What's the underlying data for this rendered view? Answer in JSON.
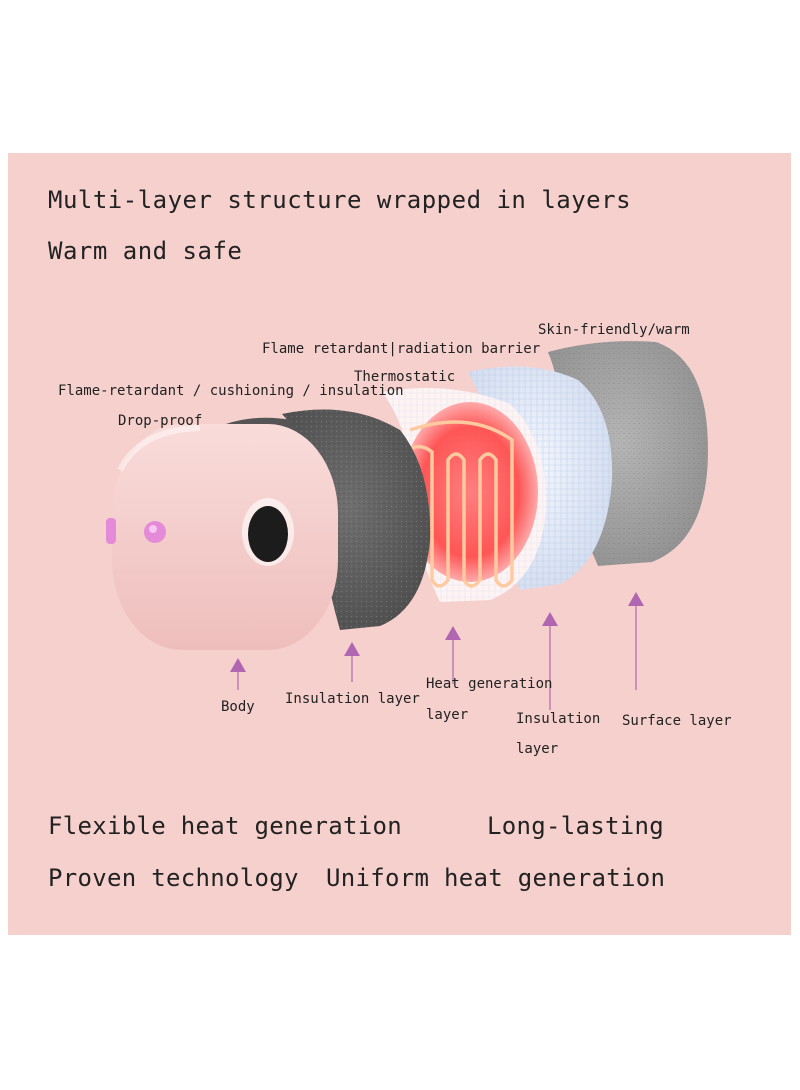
{
  "headline": {
    "line1": "Multi-layer structure wrapped in layers",
    "line2": "Warm and safe"
  },
  "top_callouts": {
    "skin_friendly": "Skin-friendly/warm",
    "flame_radiation": "Flame retardant|radiation barrier",
    "thermostatic": "Thermostatic",
    "flame_cushion": "Flame-retardant / cushioning / insulation",
    "drop_proof": "Drop-proof"
  },
  "layer_labels": {
    "body": "Body",
    "insulation_layer_1": "Insulation layer",
    "heat_generation_line1": "Heat generation",
    "heat_generation_line2": "layer",
    "insulation_layer_2_line1": "Insulation",
    "insulation_layer_2_line2": "layer",
    "surface_layer": "Surface layer"
  },
  "features": {
    "row1_left": "Flexible heat generation",
    "row1_right": "Long-lasting",
    "row2_left": "Proven technology",
    "row2_right": "Uniform heat generation"
  },
  "colors": {
    "panel_bg": "#f5d0cd",
    "body_shell": "#f3c9c7",
    "button": "#e58ad8",
    "arrow": "#b066b0",
    "heater": "#ff3a3a",
    "felt_gray": "#9a9a9a"
  }
}
